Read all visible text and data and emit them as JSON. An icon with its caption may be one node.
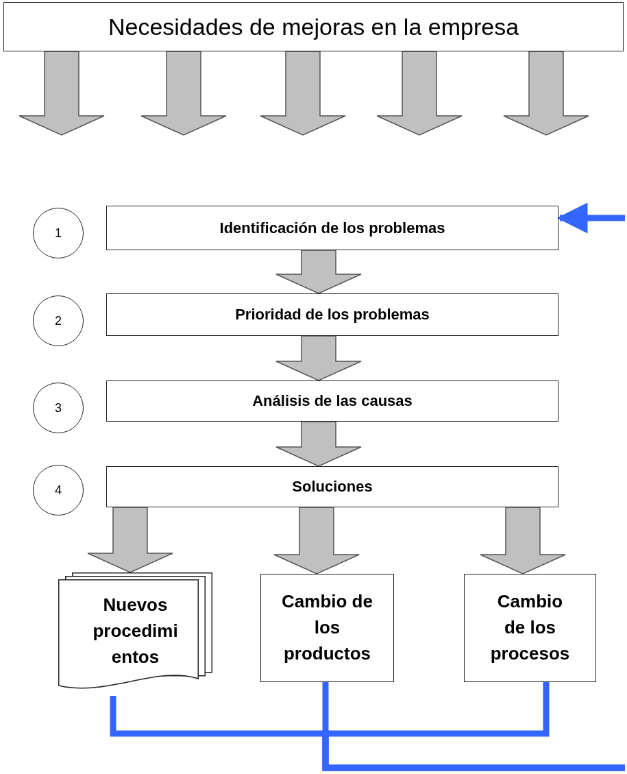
{
  "diagram": {
    "nodes": [
      {
        "text": [
          "Necesidades de mejoras en la empresa"
        ]
      },
      {
        "text": [
          "1"
        ]
      },
      {
        "text": [
          "Identificación de los problemas"
        ]
      },
      {
        "text": [
          "2"
        ]
      },
      {
        "text": [
          "Prioridad de los problemas"
        ]
      },
      {
        "text": [
          "3"
        ]
      },
      {
        "text": [
          "Análisis de las causas"
        ]
      },
      {
        "text": [
          "4"
        ]
      },
      {
        "text": [
          "Soluciones"
        ]
      },
      {
        "text": [
          "Nuevos procedimi entos"
        ]
      },
      {
        "text": [
          "Cambio de los productos"
        ]
      },
      {
        "text": [
          "Cambio de los procesos"
        ]
      }
    ],
    "edges": [
      {
        "from": 0,
        "to": null,
        "arrow": "to"
      },
      {
        "from": 0,
        "to": null,
        "arrow": "to"
      },
      {
        "from": 0,
        "to": null,
        "arrow": "to"
      },
      {
        "from": 0,
        "to": null,
        "arrow": "to"
      },
      {
        "from": 0,
        "to": null,
        "arrow": "to"
      },
      {
        "from": 2,
        "to": 4,
        "arrow": "to"
      },
      {
        "from": 4,
        "to": 6,
        "arrow": "to"
      },
      {
        "from": 6,
        "to": 8,
        "arrow": "to"
      },
      {
        "from": 8,
        "to": 9,
        "arrow": "to"
      },
      {
        "from": 8,
        "to": 10,
        "arrow": "to"
      },
      {
        "from": 8,
        "to": 11,
        "arrow": "to"
      },
      {
        "from": 9,
        "to": null,
        "arrow": "none",
        "color": "#3366ff"
      },
      {
        "from": 10,
        "to": null,
        "arrow": "none",
        "color": "#3366ff"
      },
      {
        "from": 11,
        "to": null,
        "arrow": "none",
        "color": "#3366ff"
      },
      {
        "from": null,
        "to": 2,
        "arrow": "to",
        "color": "#3366ff"
      }
    ]
  }
}
